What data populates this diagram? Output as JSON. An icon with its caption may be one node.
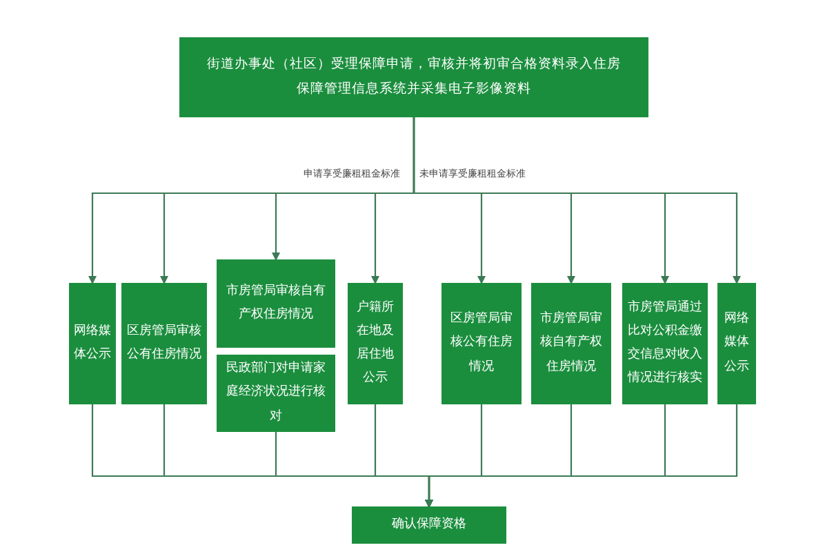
{
  "diagram": {
    "nodes": [
      {
        "text": [
          "街道办事处（社区）受理保障申请，审核并将初审合格资料录入住房保障管理信息系统并采集电子影像资料"
        ]
      },
      {
        "text": [
          "网络媒体公示"
        ]
      },
      {
        "text": [
          "区房管局审核公有住房情况"
        ]
      },
      {
        "text": [
          "市房管局审核自有产权住房情况"
        ]
      },
      {
        "text": [
          "民政部门对申请家庭经济状况进行核对"
        ]
      },
      {
        "text": [
          "户籍所在地及居住地公示"
        ]
      },
      {
        "text": [
          "区房管局审核公有住房情况"
        ]
      },
      {
        "text": [
          "市房管局审核自有产权住房情况"
        ]
      },
      {
        "text": [
          "市房管局通过比对公积金缴交信息对收入情况进行核实"
        ]
      },
      {
        "text": [
          "网络媒体公示"
        ]
      },
      {
        "text": [
          "确认保障资格"
        ]
      }
    ],
    "edges": [
      {
        "from": 0,
        "to": 1,
        "arrow": "to"
      },
      {
        "from": 0,
        "to": 2,
        "arrow": "to"
      },
      {
        "from": 0,
        "to": 3,
        "arrow": "to"
      },
      {
        "from": 0,
        "to": 5,
        "arrow": "to"
      },
      {
        "from": 0,
        "to": 6,
        "arrow": "to"
      },
      {
        "from": 0,
        "to": 7,
        "arrow": "to"
      },
      {
        "from": 0,
        "to": 8,
        "arrow": "to"
      },
      {
        "from": 0,
        "to": 9,
        "arrow": "to"
      },
      {
        "from": 1,
        "to": 10,
        "arrow": "to"
      },
      {
        "from": 2,
        "to": 10,
        "arrow": "to"
      },
      {
        "from": 4,
        "to": 10,
        "arrow": "to"
      },
      {
        "from": 5,
        "to": 10,
        "arrow": "to"
      },
      {
        "from": 6,
        "to": 10,
        "arrow": "to"
      },
      {
        "from": 7,
        "to": 10,
        "arrow": "to"
      },
      {
        "from": 8,
        "to": 10,
        "arrow": "to"
      },
      {
        "from": 9,
        "to": 10,
        "arrow": "to"
      }
    ],
    "labels": [
      "申请享受廉租租金标准",
      "未申请享受廉租租金标准"
    ]
  }
}
